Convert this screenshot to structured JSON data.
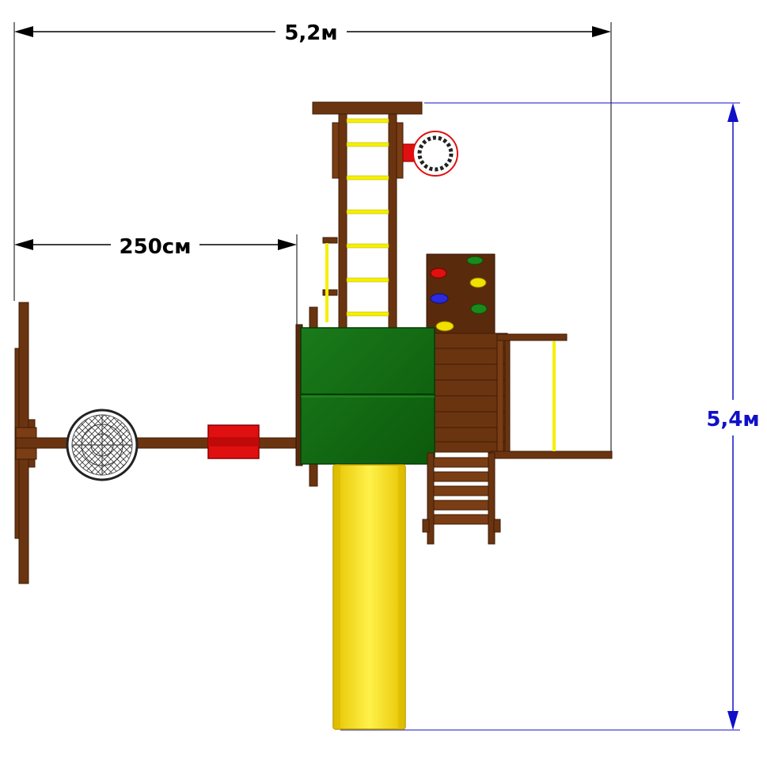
{
  "dimensions": {
    "overall_width": "5,2м",
    "overall_depth": "5,4м",
    "swing_beam_length": "250см"
  },
  "colors": {
    "wood": "#6b3410",
    "wood_dark": "#3d1c06",
    "roof": "#136b13",
    "slide": "#f2d800",
    "rung": "#f5f000",
    "seat": "#e01010",
    "black_dim": "#000000",
    "blue_dim": "#1010c8",
    "hold_colors": [
      "#1a8a1a",
      "#e01010",
      "#f2e000",
      "#2a2ae0",
      "#1a8a1a",
      "#f2e000"
    ]
  }
}
